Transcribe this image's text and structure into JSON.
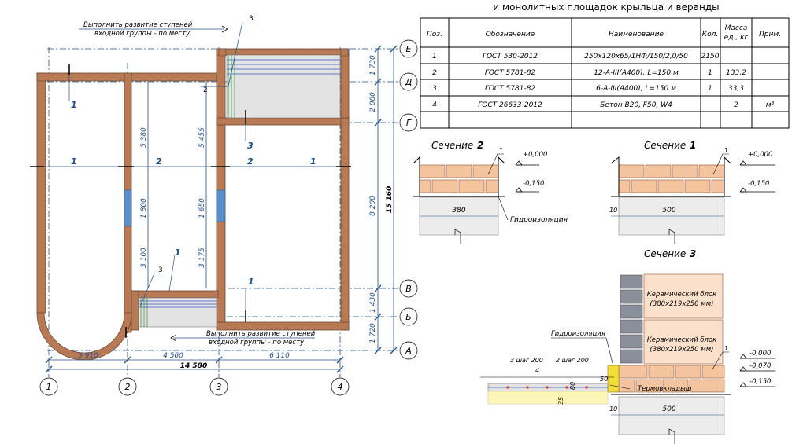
{
  "header": {
    "title": "и монолитных площадок крыльца и веранды"
  },
  "table": {
    "columns": [
      "Поз.",
      "Обозначение",
      "Наименование",
      "Кол.",
      "Масса ед., кг",
      "Прим."
    ],
    "col_mass_line1": "Масса",
    "col_mass_line2": "ед., кг",
    "rows": [
      {
        "pos": "1",
        "designation": "ГОСТ 530-2012",
        "name": "250х120х65/1НФ/150/2,0/50",
        "qty": "2150",
        "mass": "",
        "note": ""
      },
      {
        "pos": "2",
        "designation": "ГОСТ 5781-82",
        "name": "12-А-III(А400), L=150 м",
        "qty": "1",
        "mass": "133,2",
        "note": ""
      },
      {
        "pos": "3",
        "designation": "ГОСТ 5781-82",
        "name": "6-А-III(А400), L=150 м",
        "qty": "1",
        "mass": "33,3",
        "note": ""
      },
      {
        "pos": "4",
        "designation": "ГОСТ 26633-2012",
        "name": "Бетон В20, F50, W4",
        "qty": "",
        "mass": "2",
        "note": "м³"
      }
    ]
  },
  "plan": {
    "note_top_line1": "Выполнить развитие ступеней",
    "note_top_line2": "входной группы - по месту",
    "note_bottom_line1": "Выполнить развитие ступеней",
    "note_bottom_line2": "входной группы - по месту",
    "axes_letters": [
      "Е",
      "Д",
      "Г",
      "В",
      "Б",
      "А"
    ],
    "axes_numbers": [
      "1",
      "2",
      "3",
      "4"
    ],
    "section_marks": {
      "s1": "1",
      "s2": "2",
      "s3": "3"
    },
    "leader_labels": {
      "l2": "2",
      "l3": "3"
    },
    "dims_right": [
      "1 730",
      "2 080",
      "8 200",
      "1 430",
      "1 720"
    ],
    "dim_total_right": "15 160",
    "dims_inner": [
      "5 380",
      "1 800",
      "3 100",
      "5 455",
      "1 650",
      "3 175"
    ],
    "dims_bottom": [
      "3 910",
      "4 560",
      "6 110"
    ],
    "dim_total_bottom": "14 580"
  },
  "sections": {
    "s2": {
      "title": "Сечение",
      "num": "2",
      "elev_top": "+0,000",
      "elev_low": "-0,150",
      "width": "380",
      "label_hydro": "Гидроизоляция",
      "pos": "1"
    },
    "s1": {
      "title": "Сечение",
      "num": "1",
      "elev_top": "+0,000",
      "elev_low": "-0,150",
      "width": "500",
      "offset": "10",
      "pos": "1"
    },
    "s3": {
      "title": "Сечение",
      "num": "3",
      "block1_line1": "Керамический блок",
      "block1_line2": "(380x219x250 мм)",
      "block2_line1": "Керамический блок",
      "block2_line2": "(380x219x250 мм)",
      "label_hydro": "Гидроизоляция",
      "label_thermo": "Термовкладыш",
      "elev1": "-0,000",
      "elev2": "-0,070",
      "elev3": "-0,150",
      "rebar1": "3 шаг 200",
      "rebar2": "2 шаг 200",
      "pos4": "4",
      "pos1": "1",
      "dim50": "50",
      "dim80": "80",
      "dim35": "35",
      "width": "500",
      "offset": "10"
    }
  },
  "colors": {
    "wall": "#b87a55",
    "wall_dark": "#8a5a3c",
    "dim_blue": "#1f4e8c",
    "glass": "#5b8fc7",
    "brick": "#f4c49e",
    "brick_stroke": "#a06a45"
  }
}
